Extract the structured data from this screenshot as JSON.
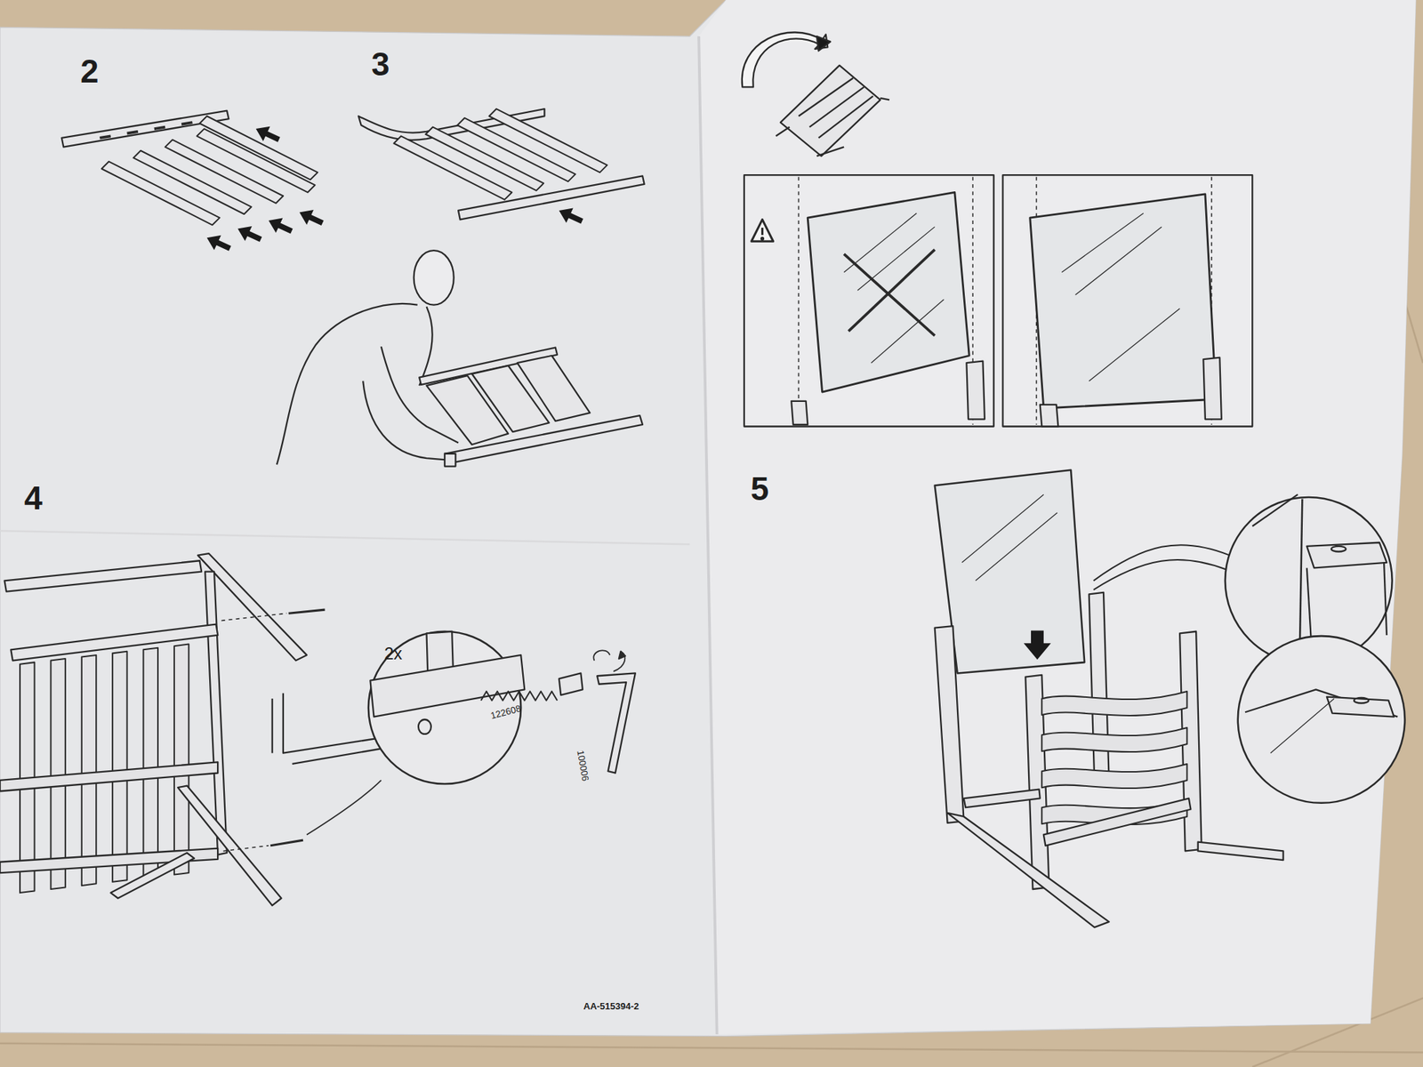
{
  "diagram": {
    "labels": [
      "2",
      "3",
      "4",
      "5",
      "2x",
      "122608",
      "100006",
      "AA-515394-2"
    ]
  }
}
